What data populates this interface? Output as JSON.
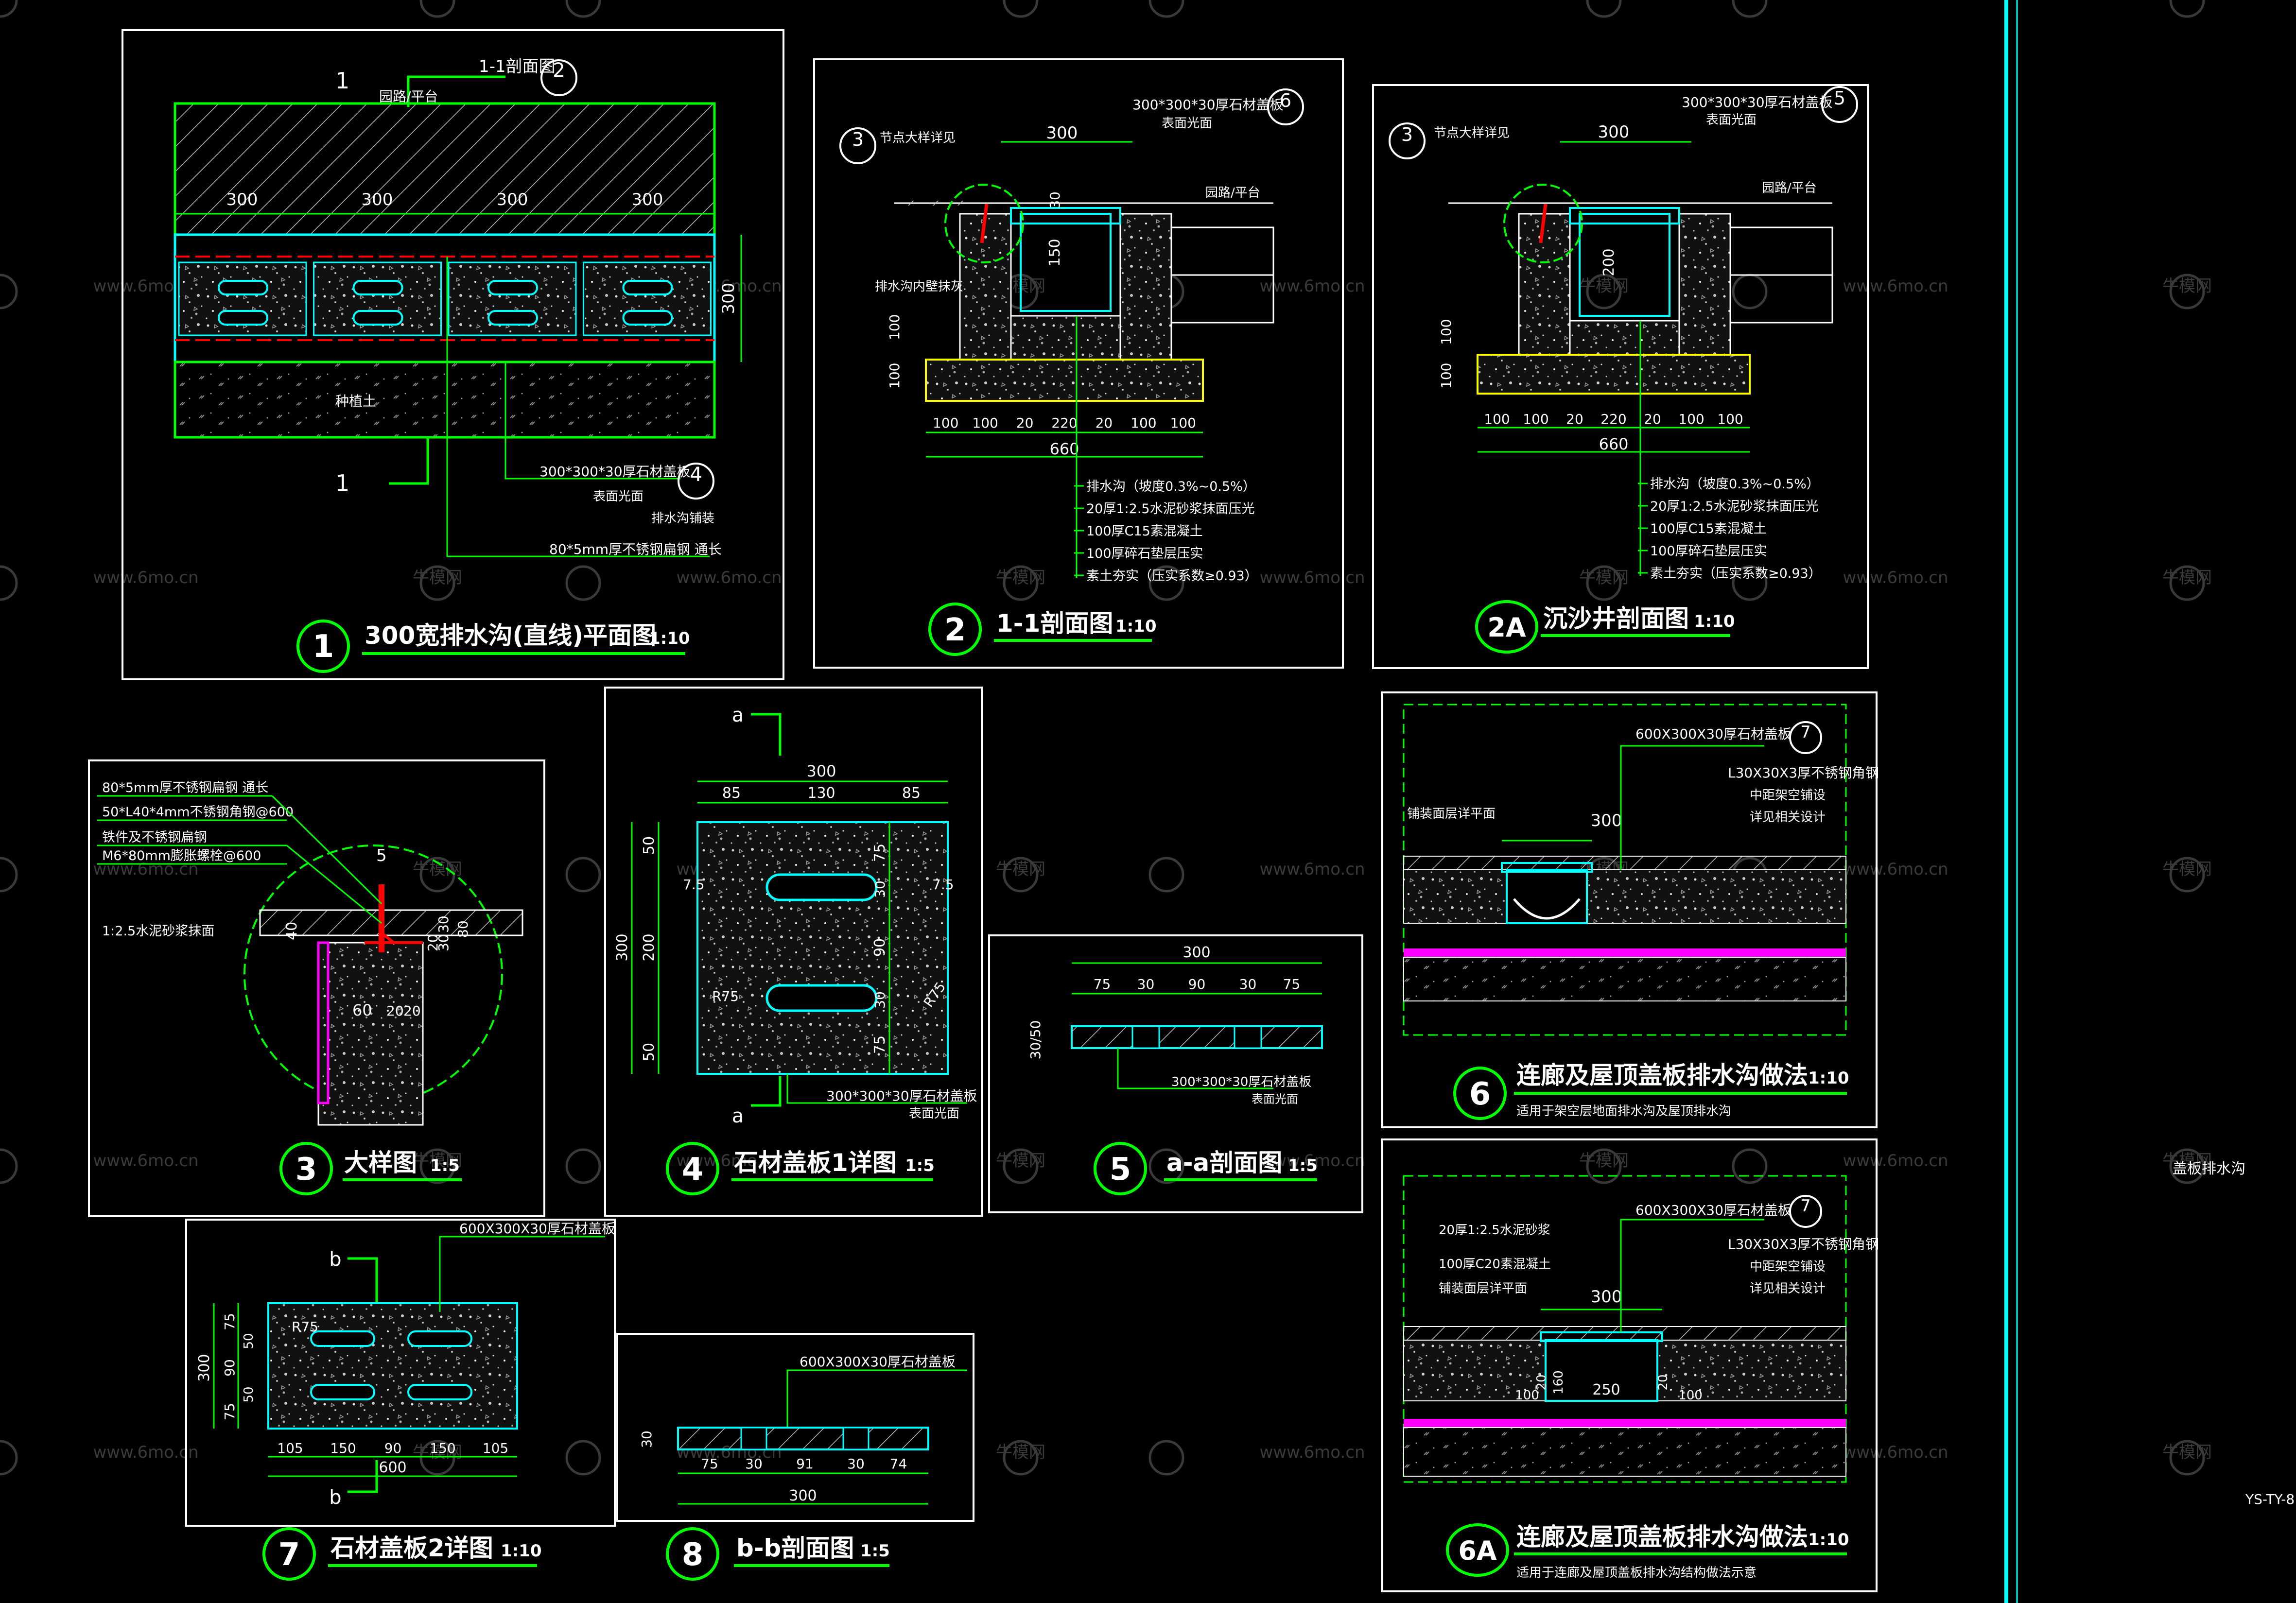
{
  "colors": {
    "background": "#000000",
    "frame": "#ffffff",
    "dim": "#00ff00",
    "cyan": "#00ffff",
    "yellow": "#ffff00",
    "red": "#ff0000",
    "magenta": "#ff00ff",
    "hatch": "#cccccc"
  },
  "watermark": {
    "site": "www.6mo.cn",
    "brand": "牛模网"
  },
  "detail1": {
    "title": "300宽排水沟(直线)平面图",
    "scale": "1:10",
    "no": "1",
    "section_tag": "1-1剖面图",
    "section_no": "2",
    "cut": "1",
    "dims_top": [
      "300",
      "300",
      "300",
      "300"
    ],
    "dim_side": "300",
    "label_path": "园路/平台",
    "label_soil": "种植土",
    "note1": "300*300*30厚石材盖板",
    "note1b": "表面光面",
    "note1c": "排水沟铺装",
    "note1_no": "4",
    "note2": "80*5mm厚不锈钢扁钢 通长"
  },
  "detail2": {
    "title": "1-1剖面图",
    "scale": "1:10",
    "no": "2",
    "cover": "300*300*30厚石材盖板",
    "cover_b": "表面光面",
    "cover_no": "6",
    "ref_no": "3",
    "ref_label": "节点大样详见",
    "dim_top": "300",
    "dim_lr": "30",
    "dim_depth": "150",
    "label_r": "园路/平台",
    "label_l": "排水沟内壁抹灰",
    "dims_bottom": [
      "100",
      "100",
      "20",
      "220",
      "20",
      "100",
      "100"
    ],
    "total": "660",
    "side_dims": [
      "100",
      "100"
    ],
    "layers": [
      "排水沟（坡度0.3%~0.5%）",
      "20厚1:2.5水泥砂浆抹面压光",
      "100厚C15素混凝土",
      "100厚碎石垫层压实",
      "素土夯实（压实系数≥0.93）"
    ]
  },
  "detail2a": {
    "title": "沉沙井剖面图",
    "scale": "1:10",
    "no": "2A",
    "cover": "300*300*30厚石材盖板",
    "cover_b": "表面光面",
    "cover_no": "5",
    "ref_no": "3",
    "ref_label": "节点大样详见",
    "dim_top": "300",
    "dim_depth": "200",
    "label_r": "园路/平台",
    "dims_bottom": [
      "100",
      "100",
      "20",
      "220",
      "20",
      "100",
      "100"
    ],
    "total": "660",
    "side_dims": [
      "100",
      "100"
    ],
    "layers": [
      "排水沟（坡度0.3%~0.5%）",
      "20厚1:2.5水泥砂浆抹面压光",
      "100厚C15素混凝土",
      "100厚碎石垫层压实",
      "素土夯实（压实系数≥0.93）"
    ]
  },
  "detail3": {
    "title": "大样图",
    "scale": "1:5",
    "no": "3",
    "mark": "5",
    "notes": [
      "80*5mm厚不锈钢扁钢 通长",
      "50*L40*4mm不锈钢角钢@600",
      "铁件及不锈钢扁钢",
      "M6*80mm膨胀螺栓@600",
      "1:2.5水泥砂浆抹面"
    ],
    "dims": [
      "40",
      "20",
      "30",
      "30",
      "80",
      "60",
      "20",
      "20"
    ]
  },
  "detail4": {
    "title": "石材盖板1详图",
    "scale": "1:5",
    "no": "4",
    "cut": "a",
    "dims_top": [
      "85",
      "130",
      "85"
    ],
    "total": "300",
    "dims_left": [
      "50",
      "200",
      "50"
    ],
    "total_v": "300",
    "dims_right": [
      "75",
      "30",
      "90",
      "30",
      "75"
    ],
    "r1": "R75",
    "r2": "R75",
    "off": "7.5",
    "note": "300*300*30厚石材盖板",
    "note_b": "表面光面"
  },
  "detail5": {
    "title": "a-a剖面图",
    "scale": "1:5",
    "no": "5",
    "total": "300",
    "dims": [
      "75",
      "30",
      "90",
      "30",
      "75"
    ],
    "thk": "30/50",
    "note": "300*300*30厚石材盖板",
    "note_b": "表面光面"
  },
  "detail6": {
    "title": "连廊及屋顶盖板排水沟做法",
    "scale": "1:10",
    "no": "6",
    "subtitle": "适用于架空层地面排水沟及屋顶排水沟",
    "cover": "600X300X30厚石材盖板",
    "cover_no": "7",
    "dim": "300",
    "notes": [
      "L30X30X3厚不锈钢角钢",
      "中距架空铺设",
      "详见相关设计"
    ],
    "label_l": "铺装面层详平面"
  },
  "detail6a": {
    "title": "连廊及屋顶盖板排水沟做法",
    "scale": "1:10",
    "no": "6A",
    "subtitle": "适用于连廊及屋顶盖板排水沟结构做法示意",
    "cover": "600X300X30厚石材盖板",
    "cover_no": "7",
    "dim": "300",
    "notes_l": [
      "20厚1:2.5水泥砂浆",
      "100厚C20素混凝土",
      "铺装面层详平面"
    ],
    "notes_r": [
      "L30X30X3厚不锈钢角钢",
      "中距架空铺设",
      "详见相关设计"
    ],
    "dims_bottom": [
      "100",
      "20",
      "160",
      "250",
      "20",
      "100"
    ]
  },
  "detail7": {
    "title": "石材盖板2详图",
    "scale": "1:10",
    "no": "7",
    "cut": "b",
    "note": "600X300X30厚石材盖板",
    "r": "R75",
    "dims_bottom": [
      "105",
      "150",
      "90",
      "150",
      "105"
    ],
    "total": "600",
    "dims_left": [
      "75",
      "90",
      "75"
    ],
    "left_total": "300",
    "left_inner": [
      "50",
      "50"
    ]
  },
  "detail8": {
    "title": "b-b剖面图",
    "scale": "1:5",
    "no": "8",
    "note": "600X300X30厚石材盖板",
    "thk": "30",
    "dims": [
      "75",
      "30",
      "91",
      "30",
      "74"
    ],
    "total": "300"
  },
  "sidebar": {
    "label": "盖板排水沟",
    "code": "YS-TY-8"
  }
}
